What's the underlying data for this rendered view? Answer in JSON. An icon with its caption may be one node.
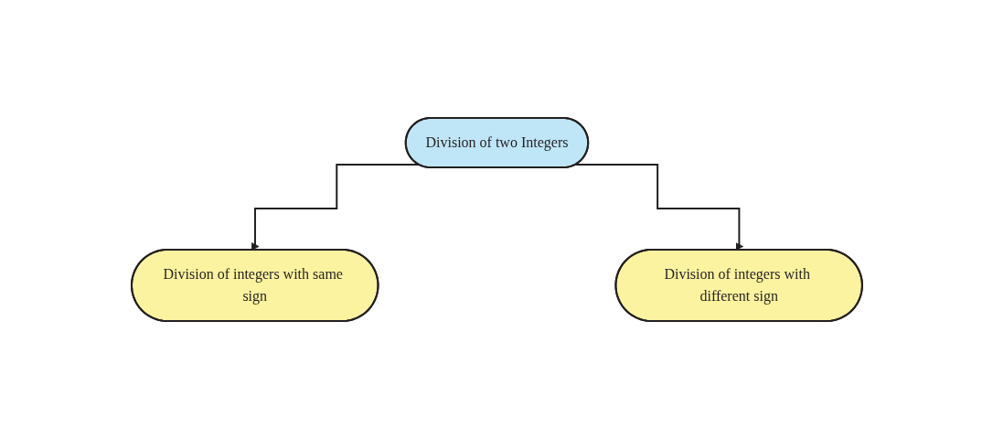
{
  "diagram": {
    "nodes": [
      {
        "text": [
          "Division of two Integers"
        ]
      },
      {
        "text": [
          "Division of integers with same sign"
        ]
      },
      {
        "text": [
          "Division of integers with different sign"
        ]
      }
    ],
    "edges": [
      {
        "from": 0,
        "to": 1,
        "arrow": "to"
      },
      {
        "from": 0,
        "to": 2,
        "arrow": "to"
      }
    ]
  }
}
